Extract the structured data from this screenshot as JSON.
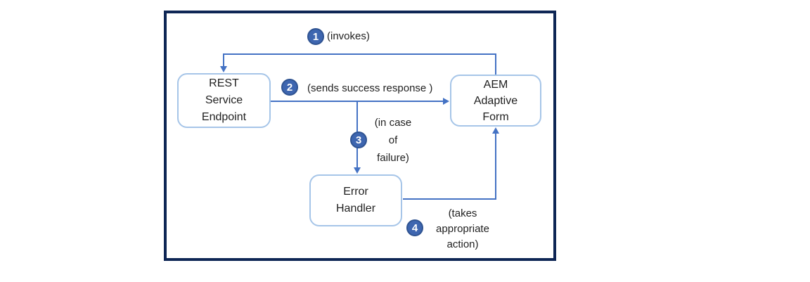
{
  "diagram": {
    "colors": {
      "frame": "#0e2655",
      "arrow": "#4472C4",
      "node_border": "#A6C5E8",
      "badge_fill": "#3E66B0",
      "badge_border": "#2F5391",
      "text": "#1f1f1f"
    },
    "nodes": {
      "rest_endpoint": {
        "lines": [
          "REST",
          "Service",
          "Endpoint"
        ]
      },
      "aem_form": {
        "lines": [
          "AEM",
          "Adaptive",
          "Form"
        ]
      },
      "error_handler": {
        "lines": [
          "Error",
          "Handler"
        ]
      }
    },
    "steps": [
      {
        "number": "1",
        "label": "(invokes)"
      },
      {
        "number": "2",
        "label": "(sends success response )"
      },
      {
        "number": "3",
        "label_lines": [
          "(in case",
          "of",
          "failure)"
        ]
      },
      {
        "number": "4",
        "label_lines": [
          "(takes",
          "appropriate",
          "action)"
        ]
      }
    ]
  }
}
